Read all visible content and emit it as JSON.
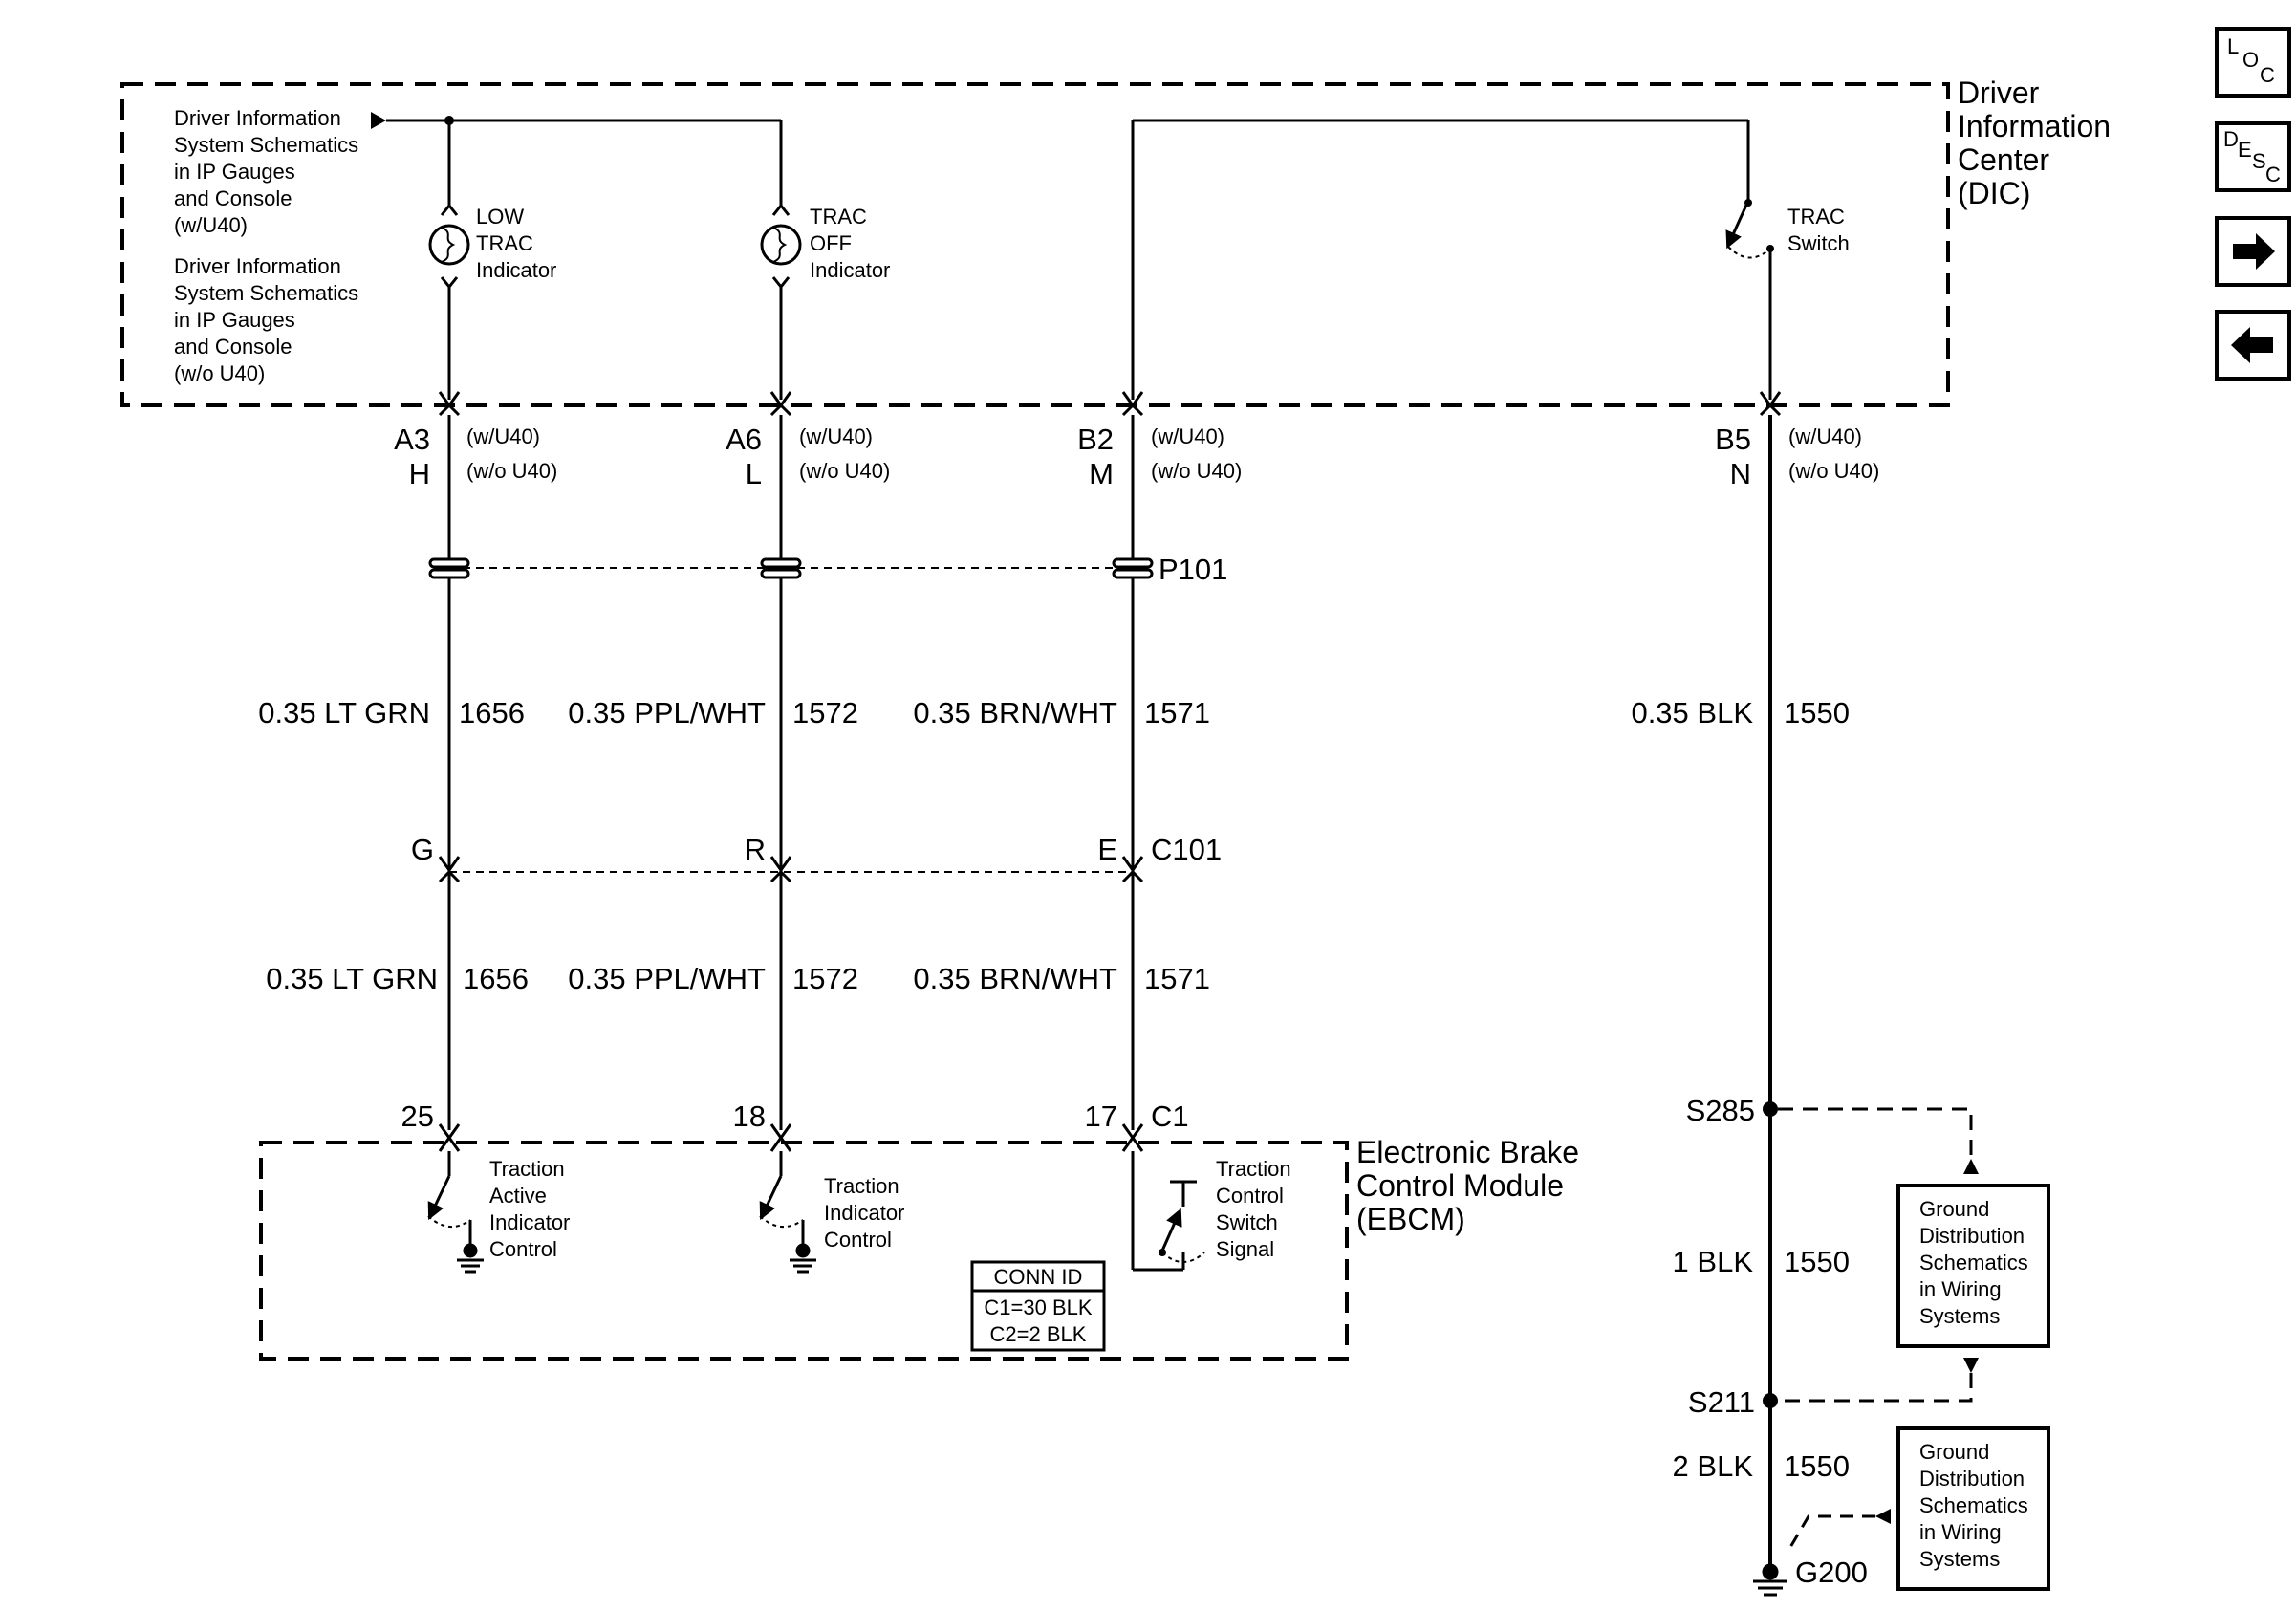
{
  "modules": {
    "dic": {
      "title_lines": [
        "Driver",
        "Information",
        "Center",
        "(DIC)"
      ]
    },
    "ebcm": {
      "title_lines": [
        "Electronic Brake",
        "Control Module",
        "(EBCM)"
      ]
    }
  },
  "dic_note": {
    "w_u40": [
      "Driver Information",
      "System Schematics",
      "in IP Gauges",
      "and Console",
      "(w/U40)"
    ],
    "wo_u40": [
      "Driver Information",
      "System Schematics",
      "in IP Gauges",
      "and Console",
      "(w/o U40)"
    ]
  },
  "indicators": {
    "low_trac": [
      "LOW",
      "TRAC",
      "Indicator"
    ],
    "trac_off": [
      "TRAC",
      "OFF",
      "Indicator"
    ],
    "trac_switch": [
      "TRAC",
      "Switch"
    ]
  },
  "pins": {
    "a3": "A3",
    "h": "H",
    "a6": "A6",
    "l": "L",
    "b2": "B2",
    "m": "M",
    "b5": "B5",
    "n": "N",
    "w_u40": "(w/U40)",
    "wo_u40": "(w/o U40)"
  },
  "connectors": {
    "p101": "P101",
    "c101": "C101",
    "c1": "C1",
    "c101_pins": {
      "g": "G",
      "r": "R",
      "e": "E"
    },
    "c1_pins": {
      "p25": "25",
      "p18": "18",
      "p17": "17"
    }
  },
  "wires": {
    "upper": [
      {
        "color": "0.35 LT GRN",
        "circuit": "1656"
      },
      {
        "color": "0.35 PPL/WHT",
        "circuit": "1572"
      },
      {
        "color": "0.35 BRN/WHT",
        "circuit": "1571"
      }
    ],
    "lower": [
      {
        "color": "0.35 LT GRN",
        "circuit": "1656"
      },
      {
        "color": "0.35 PPL/WHT",
        "circuit": "1572"
      },
      {
        "color": "0.35 BRN/WHT",
        "circuit": "1571"
      }
    ],
    "ground": [
      {
        "color": "0.35 BLK",
        "circuit": "1550"
      },
      {
        "color": "1 BLK",
        "circuit": "1550"
      },
      {
        "color": "2 BLK",
        "circuit": "1550"
      }
    ]
  },
  "ebcm_internal": {
    "traction_active": [
      "Traction",
      "Active",
      "Indicator",
      "Control"
    ],
    "traction_indicator": [
      "Traction",
      "Indicator",
      "Control"
    ],
    "traction_switch": [
      "Traction",
      "Control",
      "Switch",
      "Signal"
    ]
  },
  "conn_id": {
    "header": "CONN ID",
    "rows": [
      "C1=30 BLK",
      "C2=2 BLK"
    ]
  },
  "splices": {
    "s285": "S285",
    "s211": "S211",
    "g200": "G200"
  },
  "ground_refs": {
    "upper": [
      "Ground",
      "Distribution",
      "Schematics",
      "in Wiring",
      "Systems"
    ],
    "lower": [
      "Ground",
      "Distribution",
      "Schematics",
      "in Wiring",
      "Systems"
    ]
  },
  "nav": {
    "loc": [
      "L",
      "O",
      "C"
    ],
    "desc": [
      "D",
      "E",
      "S",
      "C"
    ],
    "next_icon": "arrow-right-icon",
    "prev_icon": "arrow-left-icon"
  }
}
